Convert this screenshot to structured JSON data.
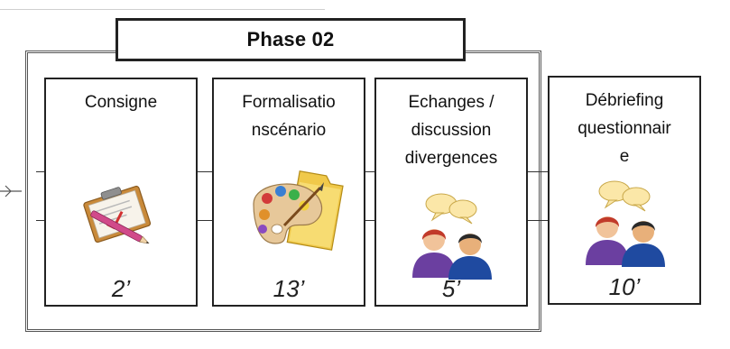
{
  "phase": {
    "title": "Phase 02"
  },
  "steps": [
    {
      "label": "Consigne",
      "time": "2’",
      "icon": "clipboard-pencil-icon"
    },
    {
      "label": "Formalisatio\nnscénario",
      "time": "13’",
      "icon": "paint-palette-folder-icon"
    },
    {
      "label": "Echanges /\ndiscussion\ndivergences",
      "time": "5’",
      "icon": "discussion-people-icon"
    },
    {
      "label": "Débriefing\nquestionnair\ne",
      "time": "10’",
      "icon": "discussion-people-icon"
    }
  ]
}
